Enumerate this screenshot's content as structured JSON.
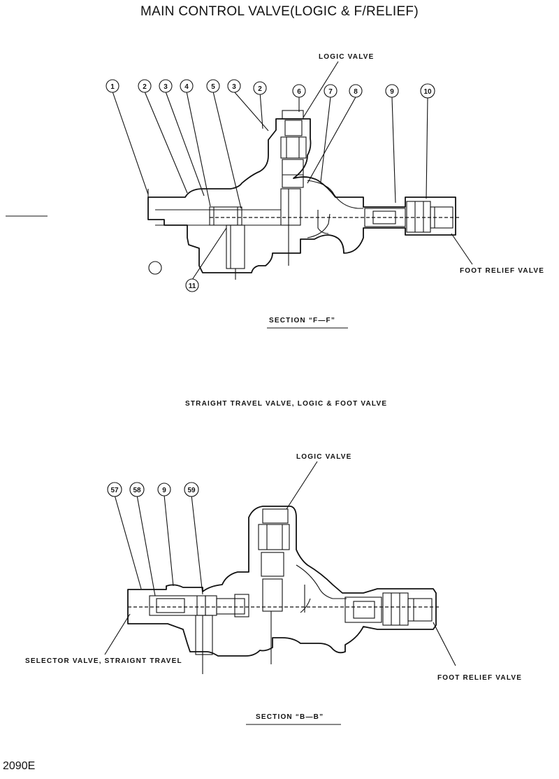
{
  "header": {
    "title": "MAIN CONTROL VALVE(LOGIC & F/RELIEF)"
  },
  "footer": {
    "code": "2090E"
  },
  "section_ff": {
    "label_logic_valve": "LOGIC VALVE",
    "label_foot_relief": "FOOT RELIEF VALVE",
    "caption": "SECTION “F—F”",
    "callouts": [
      "1",
      "2",
      "3",
      "4",
      "5",
      "3",
      "2",
      "6",
      "7",
      "8",
      "9",
      "10",
      "11"
    ]
  },
  "middle_caption": "STRAIGHT TRAVEL VALVE, LOGIC & FOOT VALVE",
  "section_bb": {
    "label_logic_valve": "LOGIC VALVE",
    "label_selector": "SELECTOR VALVE, STRAIGNT TRAVEL",
    "label_foot_relief": "FOOT RELIEF VALVE",
    "caption": "SECTION “B—B”",
    "callouts": [
      "57",
      "58",
      "9",
      "59"
    ]
  }
}
